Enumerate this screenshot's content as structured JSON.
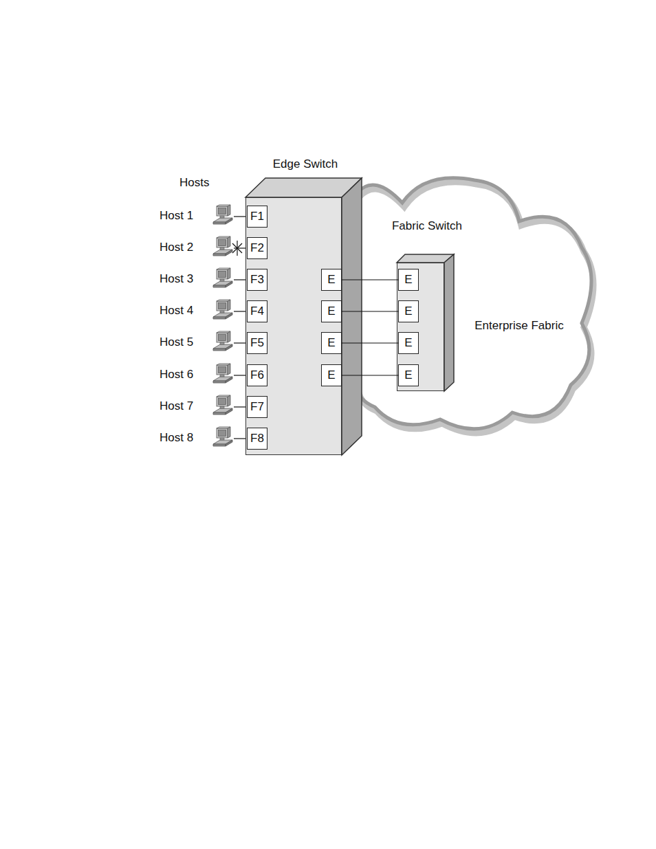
{
  "diagram": {
    "nodes": [
      {
        "text": [
          "Edge Switch"
        ]
      },
      {
        "text": [
          "F1"
        ],
        "in": 0
      },
      {
        "text": [
          "F2"
        ],
        "in": 0
      },
      {
        "text": [
          "F3"
        ],
        "in": 0
      },
      {
        "text": [
          "F4"
        ],
        "in": 0
      },
      {
        "text": [
          "F5"
        ],
        "in": 0
      },
      {
        "text": [
          "F6"
        ],
        "in": 0
      },
      {
        "text": [
          "F7"
        ],
        "in": 0
      },
      {
        "text": [
          "F8"
        ],
        "in": 0
      },
      {
        "text": [
          "E"
        ],
        "in": 0
      },
      {
        "text": [
          "E"
        ],
        "in": 0
      },
      {
        "text": [
          "E"
        ],
        "in": 0
      },
      {
        "text": [
          "E"
        ],
        "in": 0
      },
      {
        "text": [
          "Enterprise Fabric"
        ]
      },
      {
        "text": [
          "Fabric Switch"
        ],
        "in": 13
      },
      {
        "text": [
          "E"
        ],
        "in": 14
      },
      {
        "text": [
          "E"
        ],
        "in": 14
      },
      {
        "text": [
          "E"
        ],
        "in": 14
      },
      {
        "text": [
          "E"
        ],
        "in": 14
      },
      {
        "text": [
          "Host 1"
        ]
      },
      {
        "text": [
          "Host 2"
        ]
      },
      {
        "text": [
          "Host 3"
        ]
      },
      {
        "text": [
          "Host 4"
        ]
      },
      {
        "text": [
          "Host 5"
        ]
      },
      {
        "text": [
          "Host 6"
        ]
      },
      {
        "text": [
          "Host 7"
        ]
      },
      {
        "text": [
          "Host 8"
        ]
      }
    ],
    "edges": [
      {
        "from": 19,
        "to": 1,
        "arrow": "none"
      },
      {
        "from": 20,
        "to": 2,
        "arrow": "none"
      },
      {
        "from": 21,
        "to": 3,
        "arrow": "none"
      },
      {
        "from": 22,
        "to": 4,
        "arrow": "none"
      },
      {
        "from": 23,
        "to": 5,
        "arrow": "none"
      },
      {
        "from": 24,
        "to": 6,
        "arrow": "none"
      },
      {
        "from": 25,
        "to": 7,
        "arrow": "none"
      },
      {
        "from": 26,
        "to": 8,
        "arrow": "none"
      },
      {
        "from": 9,
        "to": 15,
        "arrow": "none"
      },
      {
        "from": 10,
        "to": 16,
        "arrow": "none"
      },
      {
        "from": 11,
        "to": 17,
        "arrow": "none"
      },
      {
        "from": 12,
        "to": 18,
        "arrow": "none"
      }
    ],
    "labels": [
      "Hosts"
    ]
  }
}
